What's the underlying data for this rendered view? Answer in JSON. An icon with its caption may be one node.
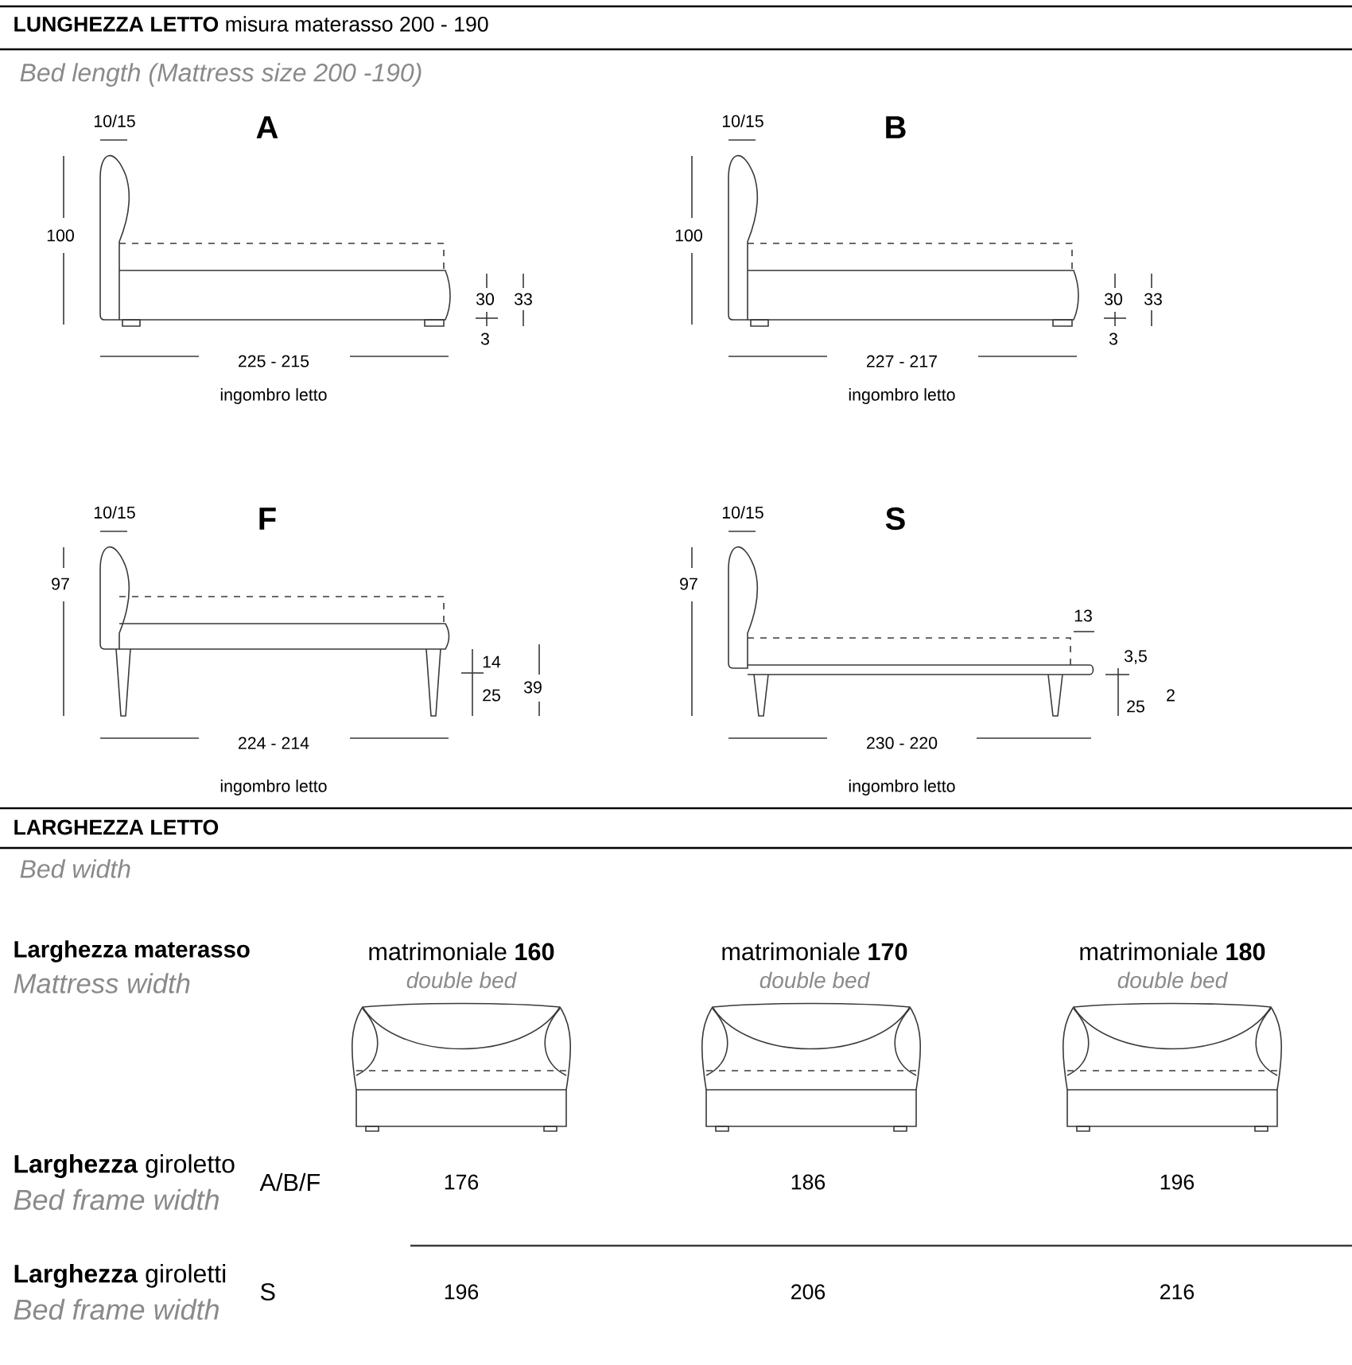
{
  "diagram": {
    "labels": [
      "**LUNGHEZZA LETTO** misura materasso 200 - 190",
      "Bed length (Mattress size 200 -190)",
      "10/15",
      "A",
      "100",
      "30",
      "33",
      "3",
      "225 - 215",
      "ingombro letto",
      "10/15",
      "B",
      "100",
      "30",
      "33",
      "3",
      "227 - 217",
      "ingombro letto",
      "10/15",
      "F",
      "97",
      "14",
      "39",
      "25",
      "224 - 214",
      "ingombro letto",
      "10/15",
      "S",
      "97",
      "13",
      "3,5",
      "2",
      "25",
      "230 - 220",
      "ingombro letto",
      "LARGHEZZA LETTO",
      "Bed width",
      "Larghezza materasso",
      "Mattress width",
      "matrimoniale **160**",
      "double bed",
      "matrimoniale **170**",
      "double bed",
      "matrimoniale **180**",
      "double bed",
      "**Larghezza** giroletto",
      "Bed frame width",
      "A/B/F",
      "176",
      "186",
      "196",
      "**Larghezza** giroletti",
      "Bed frame width",
      "S",
      "196",
      "206",
      "216"
    ]
  }
}
